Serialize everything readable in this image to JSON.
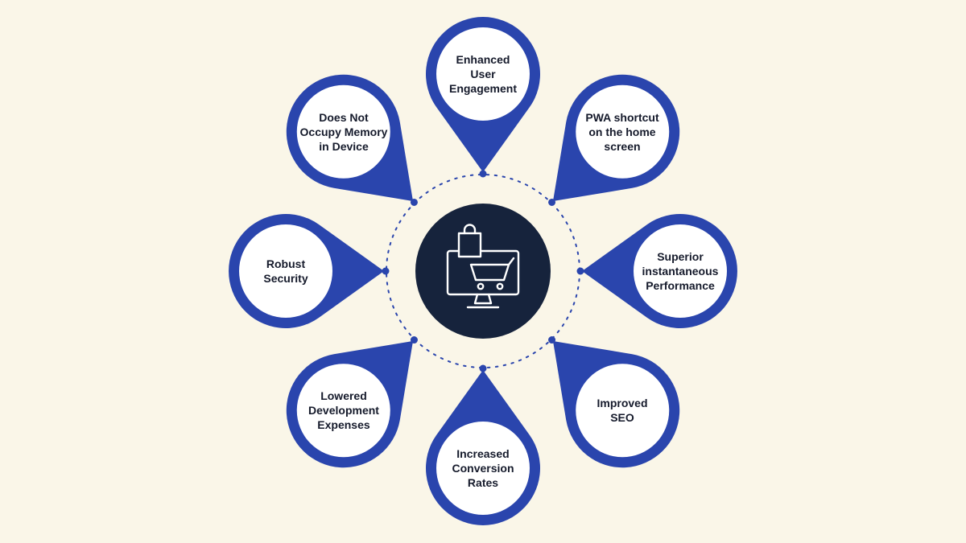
{
  "diagram": {
    "type": "radial-infographic",
    "center_icon": "ecommerce-monitor-shopping-cart-icon",
    "petals": [
      {
        "id": "enhanced-user-engagement",
        "position": "top",
        "label": "Enhanced\nUser\nEngagement"
      },
      {
        "id": "pwa-shortcut-home-screen",
        "position": "top-right",
        "label": "PWA shortcut\non the home\nscreen"
      },
      {
        "id": "superior-instantaneous-performance",
        "position": "right",
        "label": "Superior\ninstantaneous\nPerformance"
      },
      {
        "id": "improved-seo",
        "position": "bottom-right",
        "label": "Improved\nSEO"
      },
      {
        "id": "increased-conversion-rates",
        "position": "bottom",
        "label": "Increased\nConversion\nRates"
      },
      {
        "id": "lowered-development-expenses",
        "position": "bottom-left",
        "label": "Lowered\nDevelopment\nExpenses"
      },
      {
        "id": "robust-security",
        "position": "left",
        "label": "Robust\nSecurity"
      },
      {
        "id": "does-not-occupy-memory-in-device",
        "position": "top-left",
        "label": "Does Not\nOccupy Memory\nin Device"
      }
    ]
  },
  "colors": {
    "background": "#FAF6E8",
    "petal_blue": "#2A45AD",
    "center_navy": "#16233C",
    "text": "#151A2B",
    "icon_stroke": "#FFFFFF"
  }
}
